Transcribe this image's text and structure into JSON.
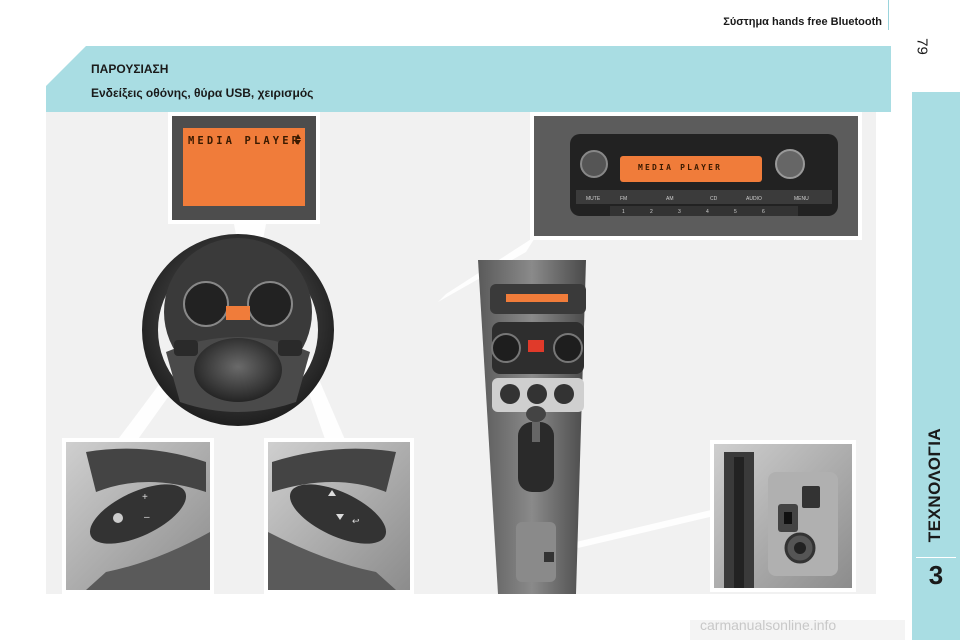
{
  "header": {
    "title": "Σύστημα hands free Bluetooth",
    "page_number": "79"
  },
  "section": {
    "title": "ΠΑΡΟΥΣΙΑΣΗ",
    "subtitle": "Ενδείξεις οθόνης, θύρα USB, χειρισμός"
  },
  "sidebar": {
    "chapter_label": "ΤΕΧΝΟΛΟΓΙΑ",
    "chapter_number": "3"
  },
  "illustration": {
    "display_text": "MEDIA PLAYER",
    "radio_display_text": "MEDIA PLAYER",
    "radio_buttons": [
      "MUTE",
      "FM",
      "AM",
      "CD",
      "AUDIO",
      "MENU"
    ],
    "preset_buttons": [
      "1",
      "2",
      "3",
      "4",
      "5",
      "6"
    ]
  },
  "footer": {
    "watermark": "carmanualsonline.info"
  },
  "colors": {
    "banner": "#a9dde3",
    "display_orange": "#f07c3a",
    "background": "#f1f1f1"
  }
}
